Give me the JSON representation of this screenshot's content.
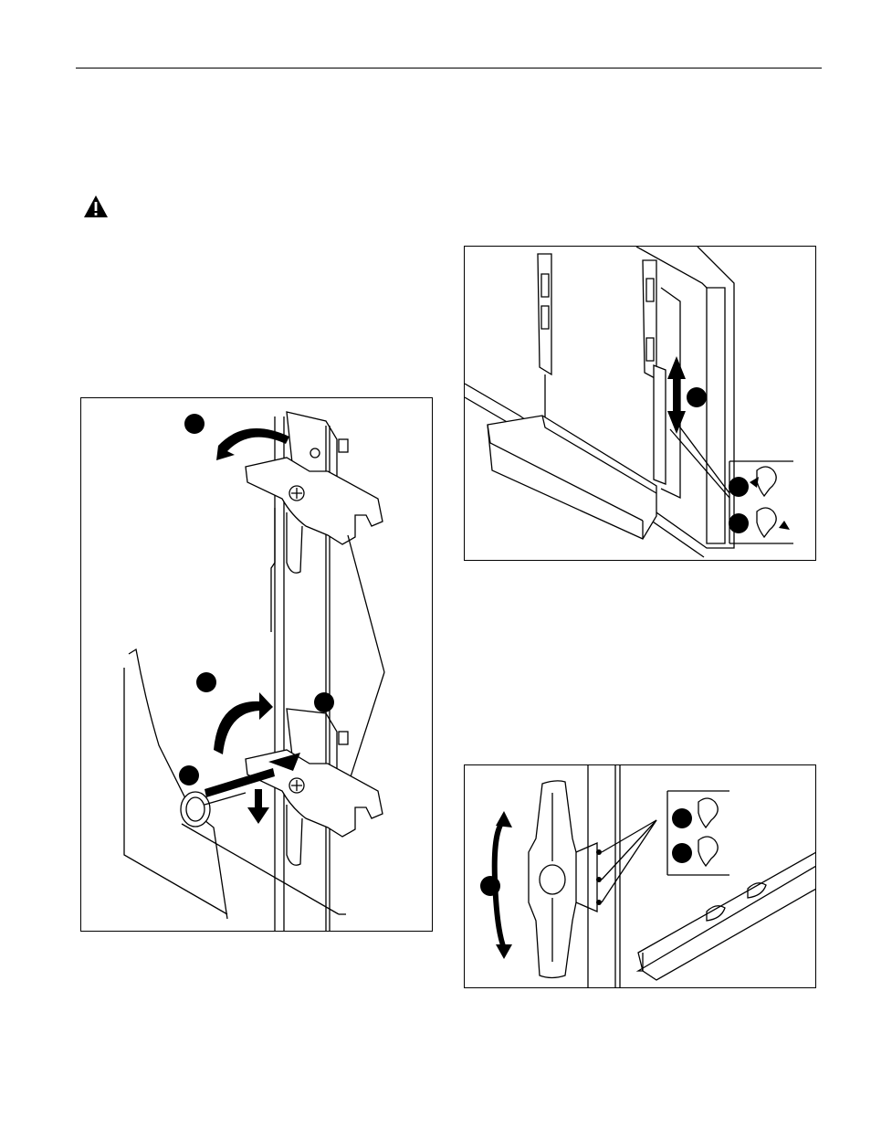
{
  "page": {
    "header_rule": true
  },
  "warning": {
    "icon": "warning-triangle-icon"
  },
  "figures": [
    {
      "id": "bracket-install",
      "icons": [
        "curved-arrow-ccw-icon",
        "curved-arrow-cw-icon",
        "straight-arrow-icon",
        "callout-marker-icon"
      ]
    },
    {
      "id": "speaker-slide-adjust",
      "icons": [
        "double-arrow-icon",
        "loosen-screw-icon",
        "tighten-screw-icon"
      ]
    },
    {
      "id": "speaker-tilt-adjust",
      "icons": [
        "curved-double-arrow-icon",
        "loosen-screw-icon",
        "tighten-screw-icon"
      ]
    }
  ]
}
